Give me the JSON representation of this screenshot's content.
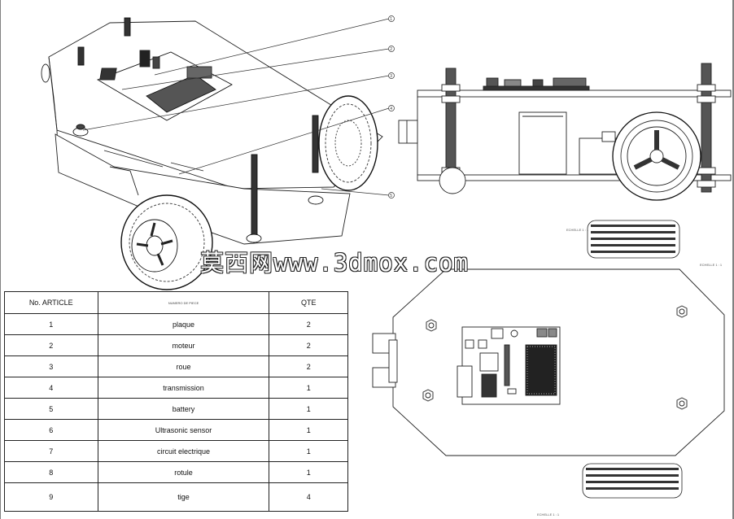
{
  "watermark": "莫西网www.3dmox.com",
  "table": {
    "headers": [
      "No. ARTICLE",
      "NUMERO DE PIECE",
      "QTE"
    ],
    "rows": [
      {
        "no": "1",
        "part": "plaque",
        "qty": "2"
      },
      {
        "no": "2",
        "part": "moteur",
        "qty": "2"
      },
      {
        "no": "3",
        "part": "roue",
        "qty": "2"
      },
      {
        "no": "4",
        "part": "transmission",
        "qty": "1"
      },
      {
        "no": "5",
        "part": "battery",
        "qty": "1"
      },
      {
        "no": "6",
        "part": "Ultrasonic sensor",
        "qty": "1"
      },
      {
        "no": "7",
        "part": "circuit electrique",
        "qty": "1"
      },
      {
        "no": "8",
        "part": "rotule",
        "qty": "1"
      },
      {
        "no": "9",
        "part": "tige",
        "qty": "4"
      }
    ]
  },
  "views": {
    "detail_label_1": "ECHELLE 1 : 1",
    "detail_label_2": "ECHELLE 1 : 1",
    "detail_label_3": "ECHELLE 1 : 1",
    "stray_label": "ECHELLE 1 : 1"
  },
  "callouts": [
    "1",
    "2",
    "3",
    "4",
    "5"
  ]
}
